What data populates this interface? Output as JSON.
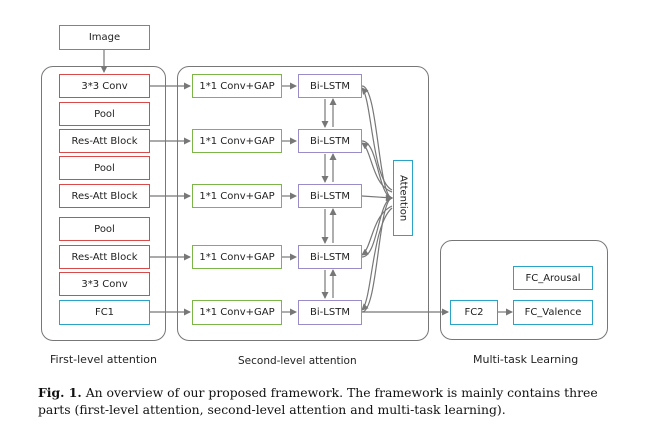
{
  "diagram": {
    "image": "Image",
    "first_level": [
      "3*3 Conv",
      "Pool",
      "Res-Att Block",
      "Pool",
      "Res-Att Block",
      "Pool",
      "Res-Att Block",
      "3*3 Conv",
      "FC1"
    ],
    "second_level": {
      "conv": [
        "1*1 Conv+GAP",
        "1*1 Conv+GAP",
        "1*1 Conv+GAP",
        "1*1 Conv+GAP",
        "1*1 Conv+GAP"
      ],
      "lstm": [
        "Bi-LSTM",
        "Bi-LSTM",
        "Bi-LSTM",
        "Bi-LSTM",
        "Bi-LSTM"
      ],
      "attention": "Attention"
    },
    "multitask": {
      "fc2": "FC2",
      "arousal": "FC_Arousal",
      "valence": "FC_Valence"
    },
    "labels": {
      "first": "First-level attention",
      "second": "Second-level attention",
      "multi": "Multi-task Learning"
    }
  },
  "caption": {
    "label": "Fig. 1.",
    "text": "An overview of our proposed framework. The framework is mainly contains three parts (first-level attention, second-level attention and multi-task learning)."
  }
}
